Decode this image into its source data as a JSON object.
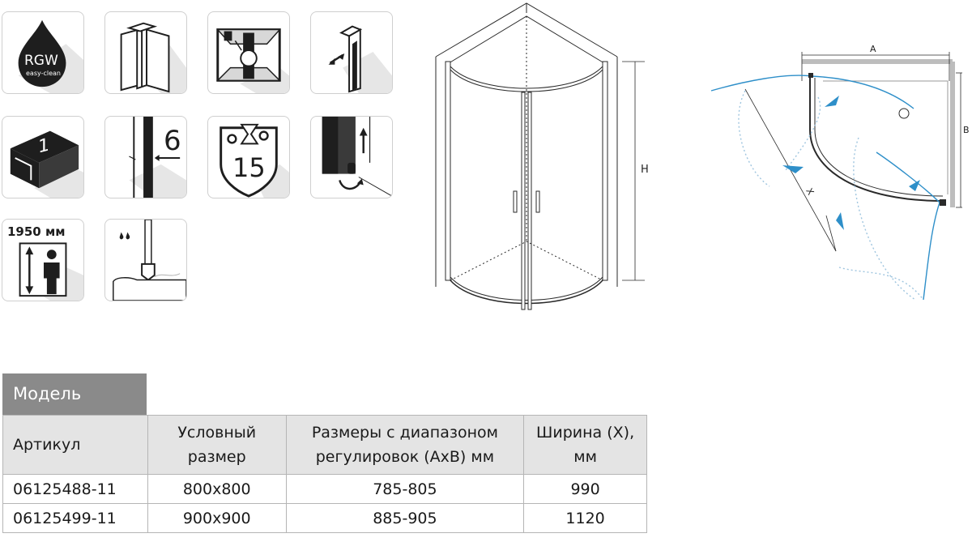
{
  "icons": {
    "rgw_brand": "RGW",
    "rgw_subtitle": "easy-clean",
    "package_count": "1",
    "glass_thickness": "6",
    "warranty_years": "15",
    "height_label": "1950 мм"
  },
  "drawing": {
    "height_label": "H",
    "width_a_label": "A",
    "width_b_label": "B",
    "diagonal_label": "X"
  },
  "table": {
    "model_header": "Модель",
    "columns": [
      "Артикул",
      "Условный размер",
      "Размеры с диапазоном регулировок (AxB) мм",
      "Ширина (X), мм"
    ],
    "rows": [
      [
        "06125488-11",
        "800x800",
        "785-805",
        "990"
      ],
      [
        "06125499-11",
        "900x900",
        "885-905",
        "1120"
      ]
    ]
  },
  "colors": {
    "header_dark": "#8a8a8a",
    "header_light": "#e4e4e4",
    "accent_blue": "#2e8fc9",
    "icon_dark": "#1e1e1e"
  }
}
